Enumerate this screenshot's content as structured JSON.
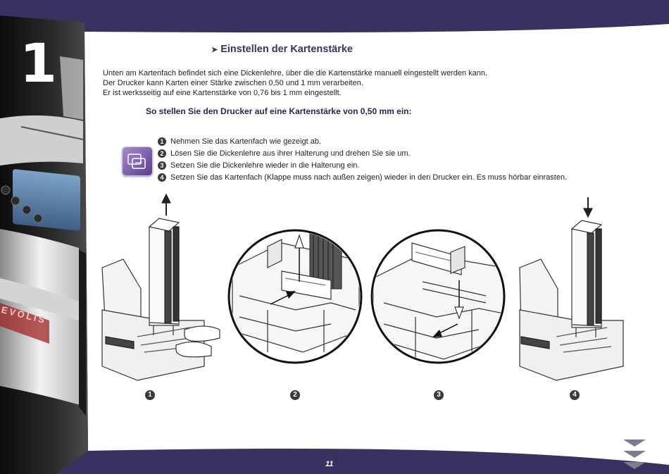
{
  "chapter": {
    "number": "1"
  },
  "section": {
    "title": "Einstellen der Kartenstärke",
    "bullet_icon": "arrowhead-icon"
  },
  "intro": {
    "lines": [
      "Unten am Kartenfach befindet sich eine Dickenlehre, über die die Kartenstärke manuell eingestellt werden kann.",
      "Der Drucker kann Karten einer Stärke zwischen 0,50 und 1 mm verarbeiten.",
      "Er ist werksseitig auf eine Kartenstärke von 0,76 bis 1 mm eingestellt."
    ]
  },
  "procedure": {
    "heading": "So stellen Sie den Drucker auf eine Kartenstärke von 0,50 mm ein:",
    "icon": "procedure-icon",
    "steps": [
      {
        "num": "1",
        "text": "Nehmen Sie das Kartenfach wie gezeigt ab."
      },
      {
        "num": "2",
        "text": "Lösen Sie die Dickenlehre aus ihrer Halterung und drehen Sie sie um."
      },
      {
        "num": "3",
        "text": "Setzen Sie die Dickenlehre wieder in die Halterung ein."
      },
      {
        "num": "4",
        "text": "Setzen Sie das Kartenfach (Klappe muss nach außen zeigen) wieder in den Drucker ein. Es muss hörbar einrasten."
      }
    ]
  },
  "figures": {
    "labels": [
      "1",
      "2",
      "3",
      "4"
    ],
    "printer_brand": "EVOLIS"
  },
  "footer": {
    "page_number": "11",
    "nav_icon": "triple-chevron-down-icon"
  },
  "colors": {
    "frame": "#3a3160",
    "page": "#ffffff",
    "accent_red": "#c0392b"
  }
}
